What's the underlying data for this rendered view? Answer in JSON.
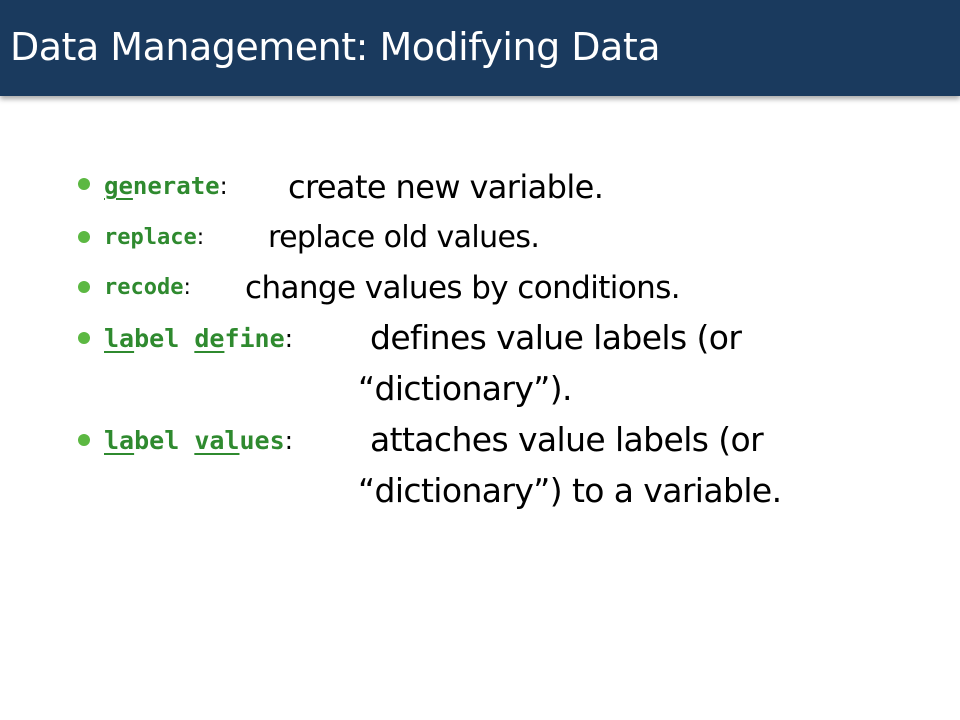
{
  "title": "Data Management: Modifying Data",
  "colors": {
    "title_bar": "#1a3a5e",
    "bullet": "#5cb842",
    "command": "#2f8a2f"
  },
  "bullets": [
    {
      "cmd_underlined": "ge",
      "cmd_rest": "nerate",
      "colon": ":",
      "desc": "create new variable."
    },
    {
      "cmd": "replace",
      "colon": ":",
      "desc": "replace old values."
    },
    {
      "cmd": "recode",
      "colon": ":",
      "desc": "change values by conditions."
    },
    {
      "cmd_part1_u": "la",
      "cmd_part1": "bel ",
      "cmd_part2_u": "de",
      "cmd_part2": "fine",
      "colon": ":",
      "desc_line1": "defines value labels (or",
      "desc_line2": "“dictionary”)."
    },
    {
      "cmd_part1_u": "la",
      "cmd_part1": "bel ",
      "cmd_part2_u": "val",
      "cmd_part2": "ues",
      "colon": ":",
      "desc_line1": "attaches value labels (or",
      "desc_line2": "“dictionary”) to a variable."
    }
  ]
}
